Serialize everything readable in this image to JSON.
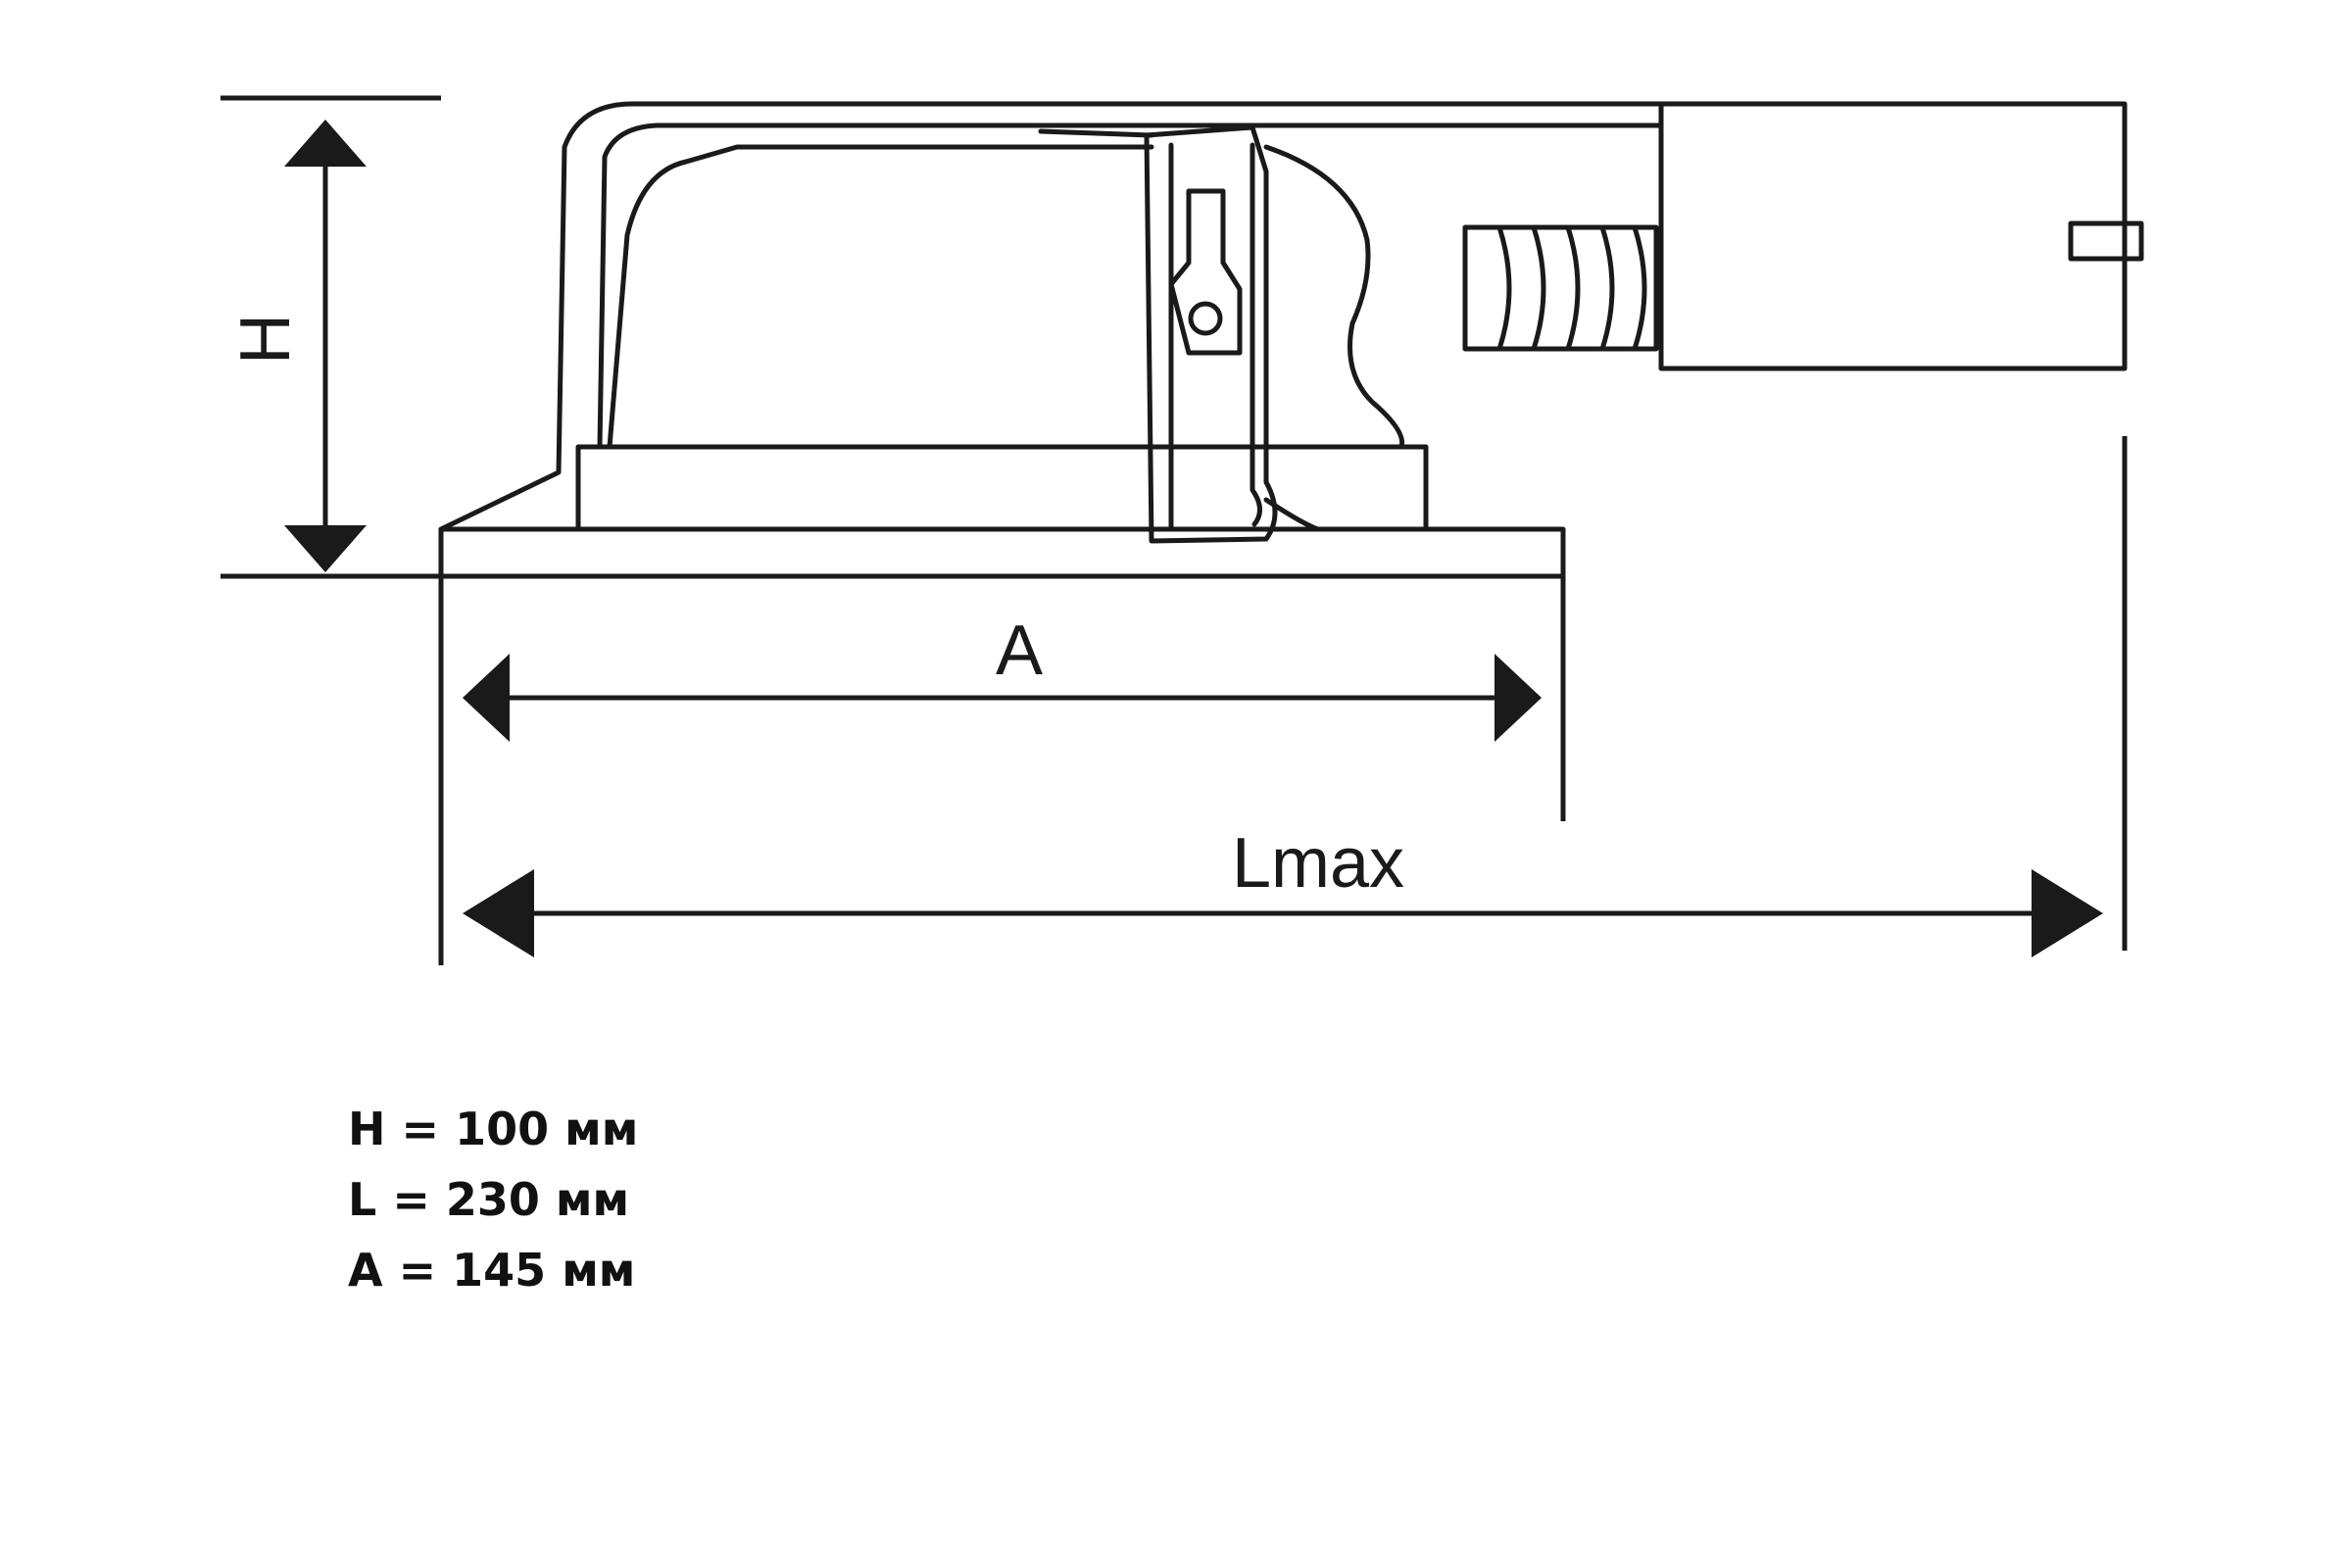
{
  "dimensions": {
    "height_label": "H",
    "cutout_label": "A",
    "length_label": "Lmax"
  },
  "specs": [
    {
      "text": "H = 100 мм"
    },
    {
      "text": "L = 230 мм"
    },
    {
      "text": "A = 145 мм"
    }
  ],
  "colors": {
    "line": "#1a1a1a",
    "background": "#ffffff"
  }
}
